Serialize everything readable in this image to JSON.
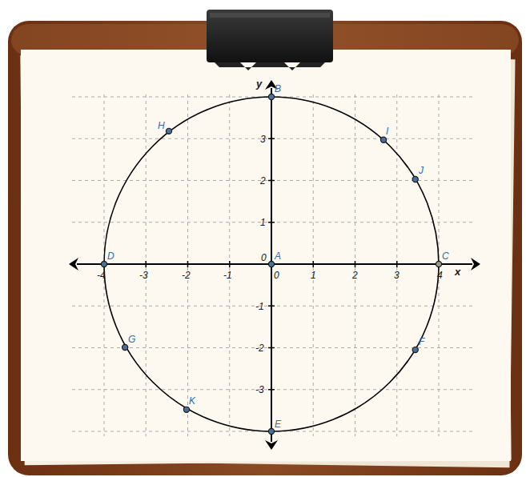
{
  "diagram": {
    "labels": [
      "y",
      "B",
      "H",
      "I",
      "J",
      "3",
      "2",
      "1",
      "0",
      "A",
      "D",
      "C",
      "x",
      "-4",
      "-3",
      "-2",
      "-1",
      "0",
      "1",
      "2",
      "3",
      "4",
      "-1",
      "G",
      "F",
      "-2",
      "-3",
      "K",
      "E"
    ]
  }
}
